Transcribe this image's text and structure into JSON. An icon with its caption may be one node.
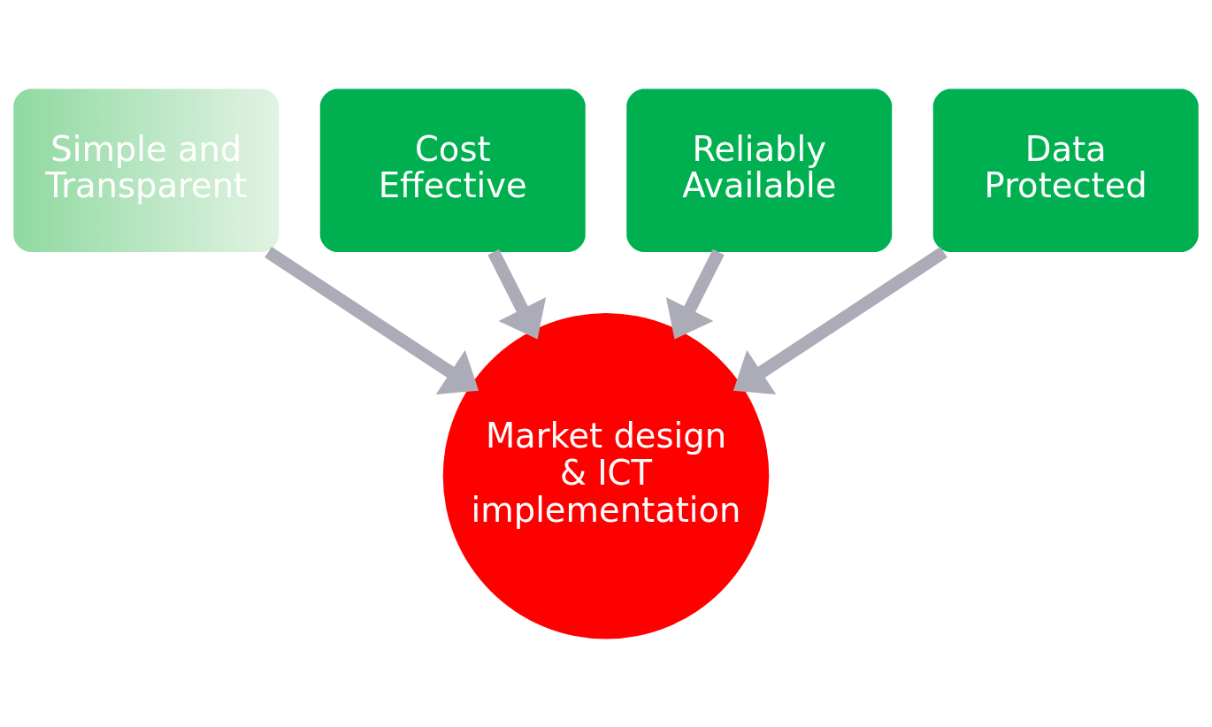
{
  "diagram": {
    "nodes": [
      {
        "text": [
          "Cost Effective"
        ]
      },
      {
        "text": [
          "Reliably Available"
        ]
      },
      {
        "text": [
          "Simple and Transparent"
        ]
      },
      {
        "text": [
          "Data Protected"
        ]
      },
      {
        "text": [
          "Market design & ICT implementation"
        ]
      }
    ],
    "edges": [
      {
        "from": 0,
        "to": 4,
        "arrow": "to"
      },
      {
        "from": 1,
        "to": 4,
        "arrow": "to"
      },
      {
        "from": 2,
        "to": 4,
        "arrow": "to"
      },
      {
        "from": 3,
        "to": 4,
        "arrow": "to"
      }
    ]
  }
}
